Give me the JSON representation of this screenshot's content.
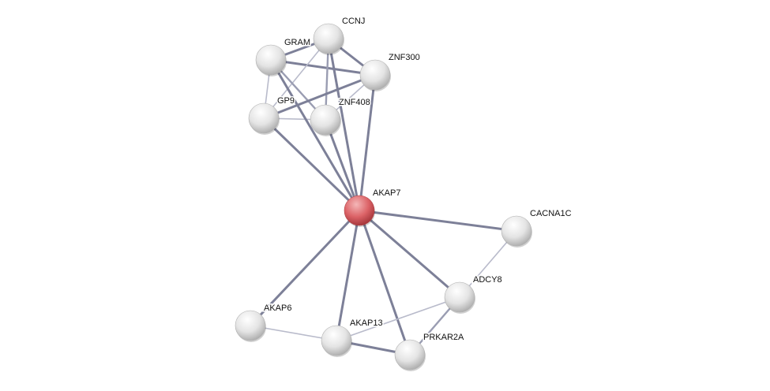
{
  "network": {
    "query_protein": "AKAP7",
    "nodes": [
      "CCNJ",
      "GRAM",
      "ZNF300",
      "GP9",
      "ZNF408",
      "AKAP7",
      "CACNA1C",
      "ADCY8",
      "AKAP6",
      "AKAP13",
      "PRKAR2A"
    ],
    "edges": [
      {
        "source": "GRAM",
        "target": "CCNJ",
        "strength": "strong"
      },
      {
        "source": "GRAM",
        "target": "ZNF300",
        "strength": "strong"
      },
      {
        "source": "CCNJ",
        "target": "ZNF300",
        "strength": "strong"
      },
      {
        "source": "CCNJ",
        "target": "GP9",
        "strength": "weak"
      },
      {
        "source": "CCNJ",
        "target": "ZNF408",
        "strength": "medium"
      },
      {
        "source": "GRAM",
        "target": "GP9",
        "strength": "weak"
      },
      {
        "source": "GRAM",
        "target": "ZNF408",
        "strength": "medium"
      },
      {
        "source": "GP9",
        "target": "ZNF300",
        "strength": "strong"
      },
      {
        "source": "GP9",
        "target": "ZNF408",
        "strength": "weak"
      },
      {
        "source": "ZNF408",
        "target": "ZNF300",
        "strength": "weak"
      },
      {
        "source": "AKAP7",
        "target": "CCNJ",
        "strength": "strong"
      },
      {
        "source": "AKAP7",
        "target": "GRAM",
        "strength": "strong"
      },
      {
        "source": "AKAP7",
        "target": "ZNF300",
        "strength": "strong"
      },
      {
        "source": "AKAP7",
        "target": "GP9",
        "strength": "strong"
      },
      {
        "source": "AKAP7",
        "target": "ZNF408",
        "strength": "strong"
      },
      {
        "source": "AKAP7",
        "target": "CACNA1C",
        "strength": "strong"
      },
      {
        "source": "AKAP7",
        "target": "ADCY8",
        "strength": "strong"
      },
      {
        "source": "AKAP7",
        "target": "AKAP6",
        "strength": "strong"
      },
      {
        "source": "AKAP7",
        "target": "AKAP13",
        "strength": "strong"
      },
      {
        "source": "AKAP7",
        "target": "PRKAR2A",
        "strength": "strong"
      },
      {
        "source": "ADCY8",
        "target": "CACNA1C",
        "strength": "weak"
      },
      {
        "source": "ADCY8",
        "target": "AKAP13",
        "strength": "weak"
      },
      {
        "source": "ADCY8",
        "target": "PRKAR2A",
        "strength": "medium"
      },
      {
        "source": "AKAP6",
        "target": "AKAP13",
        "strength": "weak"
      },
      {
        "source": "AKAP13",
        "target": "PRKAR2A",
        "strength": "strong"
      }
    ],
    "colors": {
      "query_node": "#d9595e",
      "node": "#e2e2e2",
      "edge_strong": "#7d8098",
      "edge_medium": "#9a9db2",
      "edge_weak": "#b9bbcb"
    }
  }
}
